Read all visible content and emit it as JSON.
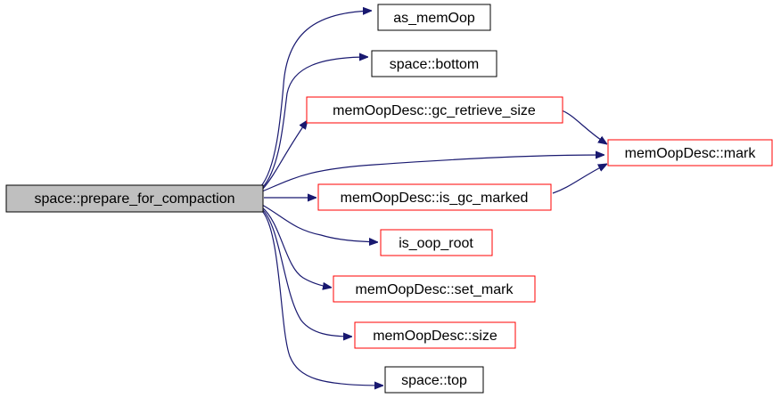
{
  "graph": {
    "colors": {
      "edge": "#191970",
      "root_fill": "#bfbfbf",
      "box_border_black": "#000000",
      "box_border_red": "#ff0000",
      "box_fill": "#ffffff"
    },
    "nodes": [
      {
        "id": "root",
        "label": "space::prepare_for_compaction",
        "border": "black",
        "filled": true
      },
      {
        "id": "as_memOop",
        "label": "as_memOop",
        "border": "black"
      },
      {
        "id": "space_bottom",
        "label": "space::bottom",
        "border": "black"
      },
      {
        "id": "gc_retrieve_size",
        "label": "memOopDesc::gc_retrieve_size",
        "border": "red"
      },
      {
        "id": "mark",
        "label": "memOopDesc::mark",
        "border": "red"
      },
      {
        "id": "is_gc_marked",
        "label": "memOopDesc::is_gc_marked",
        "border": "red"
      },
      {
        "id": "is_oop_root",
        "label": "is_oop_root",
        "border": "red"
      },
      {
        "id": "set_mark",
        "label": "memOopDesc::set_mark",
        "border": "red"
      },
      {
        "id": "size",
        "label": "memOopDesc::size",
        "border": "red"
      },
      {
        "id": "space_top",
        "label": "space::top",
        "border": "black"
      }
    ],
    "edges": [
      {
        "from": "root",
        "to": "as_memOop"
      },
      {
        "from": "root",
        "to": "space_bottom"
      },
      {
        "from": "root",
        "to": "gc_retrieve_size"
      },
      {
        "from": "root",
        "to": "mark"
      },
      {
        "from": "root",
        "to": "is_gc_marked"
      },
      {
        "from": "root",
        "to": "is_oop_root"
      },
      {
        "from": "root",
        "to": "set_mark"
      },
      {
        "from": "root",
        "to": "size"
      },
      {
        "from": "root",
        "to": "space_top"
      },
      {
        "from": "gc_retrieve_size",
        "to": "mark"
      },
      {
        "from": "is_gc_marked",
        "to": "mark"
      }
    ]
  }
}
